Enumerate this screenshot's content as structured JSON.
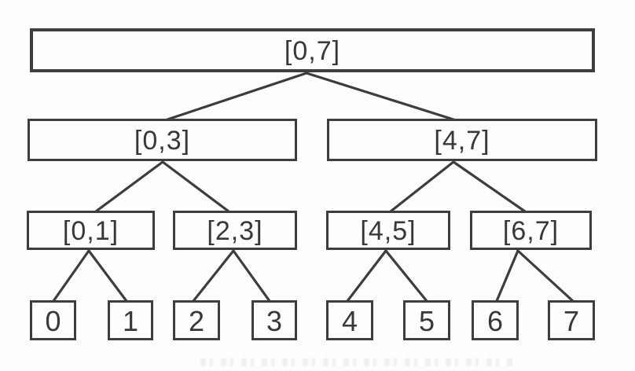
{
  "colors": {
    "ink": "#3d3d3d",
    "paper": "#fdfdfc"
  },
  "tree": {
    "description_of_structure": "binary interval tree over range 0..7",
    "levels": [
      {
        "nodes": [
          {
            "label": "[0,7]"
          }
        ]
      },
      {
        "nodes": [
          {
            "label": "[0,3]"
          },
          {
            "label": "[4,7]"
          }
        ]
      },
      {
        "nodes": [
          {
            "label": "[0,1]"
          },
          {
            "label": "[2,3]"
          },
          {
            "label": "[4,5]"
          },
          {
            "label": "[6,7]"
          }
        ]
      },
      {
        "nodes": [
          {
            "label": "0"
          },
          {
            "label": "1"
          },
          {
            "label": "2"
          },
          {
            "label": "3"
          },
          {
            "label": "4"
          },
          {
            "label": "5"
          },
          {
            "label": "6"
          },
          {
            "label": "7"
          }
        ]
      }
    ]
  }
}
